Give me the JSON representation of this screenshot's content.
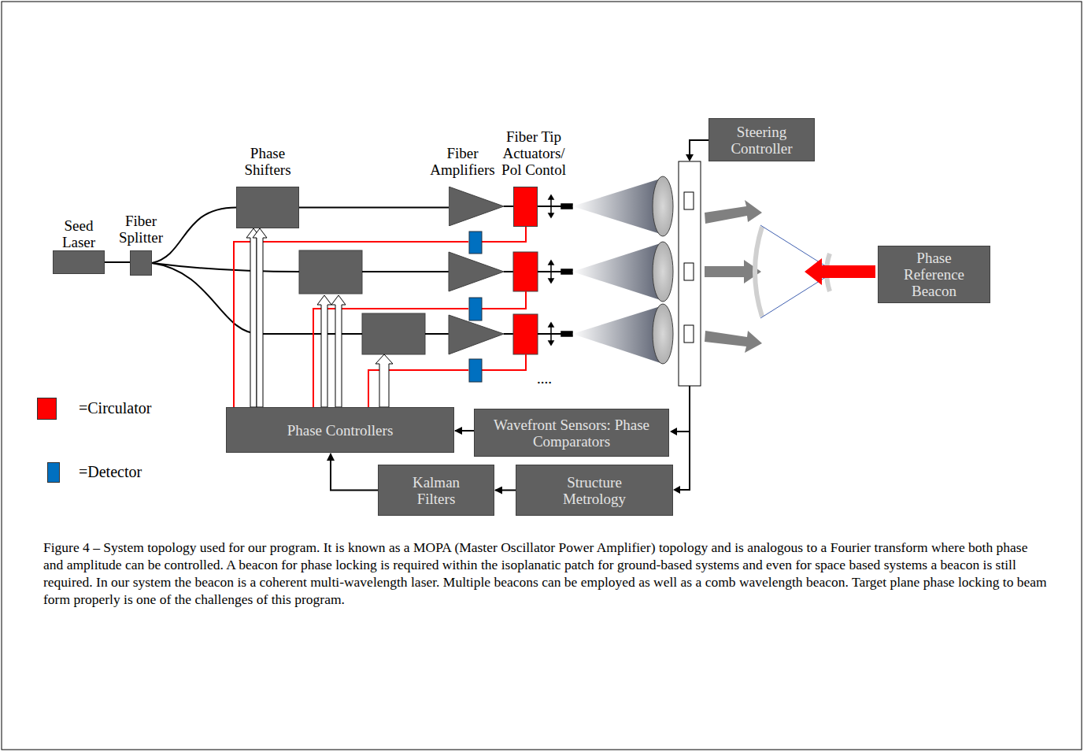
{
  "diagram": {
    "caption": "Figure 4 – System topology used for our program. It is known as a MOPA (Master Oscillator Power Amplifier) topology and is analogous to a Fourier transform where both phase and amplitude can be controlled. A beacon for phase locking is required within the isoplanatic patch for ground-based systems and even for space based systems a beacon is still required. In our system the beacon is a coherent multi-wavelength laser. Multiple beacons can be employed as well as a comb wavelength beacon. Target plane phase locking to beam form properly is one of the challenges of this program.",
    "nodes": [
      {
        "text": [
          "Seed Laser"
        ]
      },
      {
        "text": [
          "Fiber Splitter"
        ]
      },
      {
        "text": [
          "Phase Shifters"
        ]
      },
      {
        "text": [
          "Fiber Amplifiers"
        ]
      },
      {
        "text": [
          "Fiber Tip Actuators/ Pol Contol"
        ]
      },
      {
        "text": [
          "Steering Controller"
        ]
      },
      {
        "text": [
          "Phase Reference Beacon"
        ]
      },
      {
        "text": [
          "Phase Controllers"
        ]
      },
      {
        "text": [
          "Wavefront Sensors: Phase Comparators"
        ]
      },
      {
        "text": [
          "Kalman Filters"
        ]
      },
      {
        "text": [
          "Structure Metrology"
        ]
      }
    ],
    "edges": [
      {
        "from": 0,
        "to": 1,
        "arrow": "none"
      },
      {
        "from": 1,
        "to": 2,
        "arrow": "none"
      },
      {
        "from": 2,
        "to": 3,
        "arrow": "none"
      },
      {
        "from": 3,
        "to": 4,
        "arrow": "none"
      },
      {
        "from": 7,
        "to": 2,
        "arrow": "to"
      },
      {
        "from": 8,
        "to": 7,
        "arrow": "to"
      },
      {
        "from": 10,
        "to": 9,
        "arrow": "to"
      },
      {
        "from": 9,
        "to": 7,
        "arrow": "to"
      }
    ],
    "labels": [
      "...."
    ],
    "legend": [
      {
        "text": "=Circulator",
        "color": "#ff0000"
      },
      {
        "text": "=Detector",
        "color": "#0070c0"
      }
    ]
  }
}
